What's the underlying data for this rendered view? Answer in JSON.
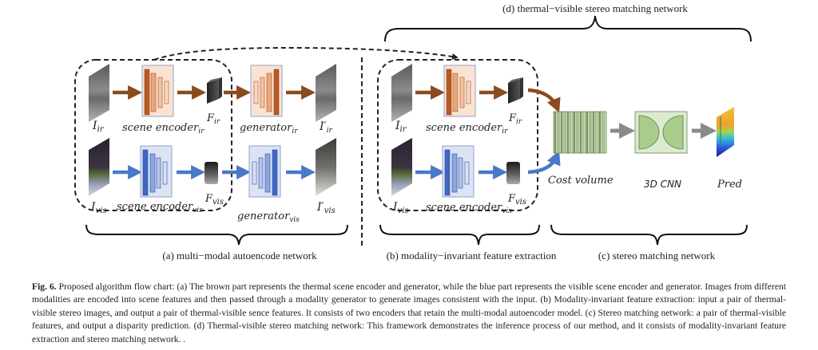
{
  "figure": {
    "titles": {
      "d": "(d) thermal−visible stereo matching network",
      "a": "(a) multi−modal autoencode network",
      "b": "(b) modality−invariant feature extraction",
      "c": "(c) stereo matching network"
    },
    "labels": {
      "I_ir": "I",
      "I_ir_sub": "ir",
      "I_vis": "I",
      "I_vis_sub": "vis",
      "I_ir_prime": "I′",
      "I_ir_prime_sub": "ir",
      "I_vis_prime": "I′",
      "I_vis_prime_sub": "vis",
      "F_ir": "F",
      "F_ir_sub": "ir",
      "F_vis": "F",
      "F_vis_sub": "vis",
      "scene_encoder": "scene encoder",
      "enc_ir_sub": "ir",
      "enc_vis_sub": "vis",
      "generator": "generator",
      "gen_ir_sub": "ir",
      "gen_vis_sub": "vis",
      "cost_volume": "Cost volume",
      "cnn3d": "3D CNN",
      "pred": "Pred"
    },
    "colors": {
      "thermal_arrow": "#8b4a1f",
      "thermal_dark": "#b85a22",
      "thermal_mid": "#e9a77a",
      "thermal_light": "#f7d9c4",
      "thermal_box": "#fbe3d3",
      "visible_arrow": "#4a78c8",
      "visible_dark": "#3f66c0",
      "visible_mid": "#8ca6e0",
      "visible_light": "#c9d5f0",
      "visible_box": "#dbe3f5",
      "cost_green": "#a9c48c",
      "cnn_green": "#a8cc8a",
      "cnn_box": "#dcebd0",
      "gray_arrow": "#8a8a8a"
    }
  },
  "caption": {
    "fig_label": "Fig. 6.",
    "text": " Proposed algorithm flow chart:  (a) The brown part represents the thermal scene encoder and generator, while the blue part represents the visible scene encoder and generator. Images from different modalities are encoded into scene features and then passed through a modality generator to generate images consistent with the input. (b) Modality-invariant feature extraction: input a pair of thermal-visible stereo images, and output a pair of thermal-visible sence features. It consists of two encoders that retain the multi-modal autoencoder model. (c) Stereo matching network: a pair of thermal-visible features, and output a disparity prediction. (d) Thermal-visible stereo matching network: This framework demonstrates the inference process of our method, and it consists of modality-invariant feature extraction and stereo matching network. ."
  }
}
